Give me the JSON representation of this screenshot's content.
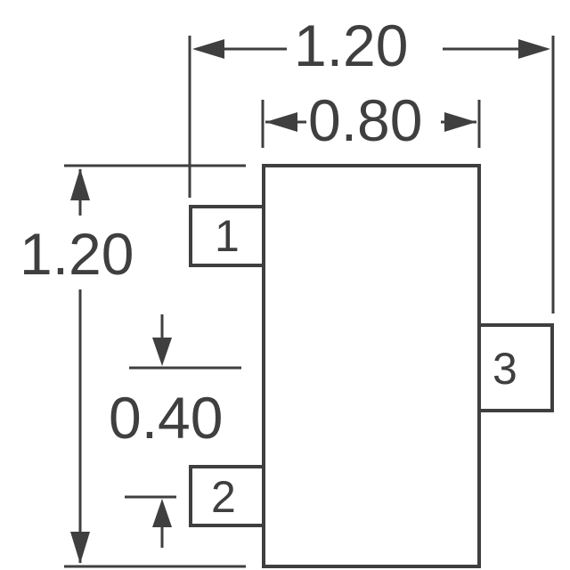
{
  "diagram": {
    "type": "package-outline-dimension-drawing",
    "line_color": "#3f3f3f",
    "background": "#ffffff",
    "dimensions": {
      "overall_width": "1.20",
      "body_width": "0.80",
      "overall_height": "1.20",
      "pin_pitch": "0.40"
    },
    "pins": [
      {
        "id": "1",
        "label": "1",
        "side": "left",
        "position": "top"
      },
      {
        "id": "2",
        "label": "2",
        "side": "left",
        "position": "bottom"
      },
      {
        "id": "3",
        "label": "3",
        "side": "right",
        "position": "middle"
      }
    ]
  }
}
